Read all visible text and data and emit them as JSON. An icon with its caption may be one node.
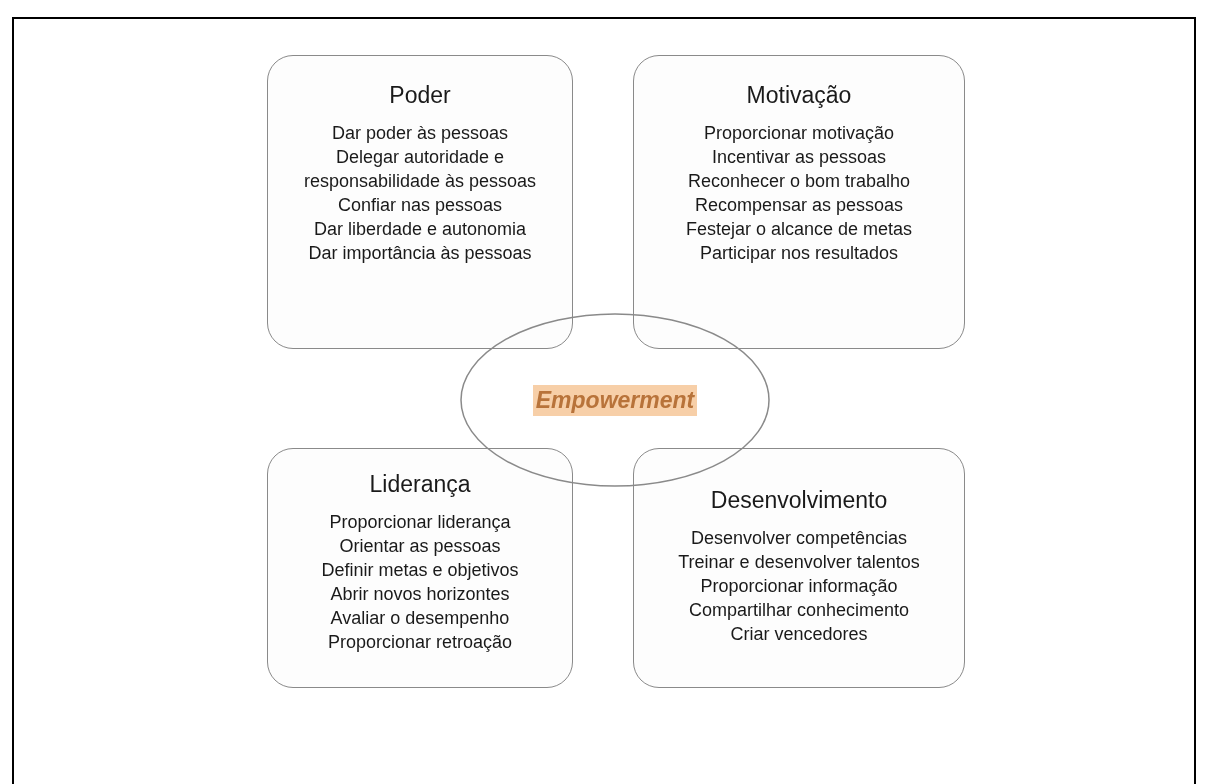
{
  "diagram": {
    "nodes": [
      {
        "text": [
          "Poder",
          "Dar poder às pessoas",
          "Delegar autoridade e responsabilidade às pessoas",
          "Confiar nas pessoas",
          "Dar liberdade e autonomia",
          "Dar importância às pessoas"
        ]
      },
      {
        "text": [
          "Motivação",
          "Proporcionar motivação",
          "Incentivar as pessoas",
          "Reconhecer o bom trabalho",
          "Recompensar as pessoas",
          "Festejar o alcance de metas",
          "Participar nos resultados"
        ]
      },
      {
        "text": [
          "Empowerment"
        ]
      },
      {
        "text": [
          "Liderança",
          "Proporcionar liderança",
          "Orientar as pessoas",
          "Definir metas e objetivos",
          "Abrir novos horizontes",
          "Avaliar o desempenho",
          "Proporcionar retroação"
        ]
      },
      {
        "text": [
          "Desenvolvimento",
          "Desenvolver competências",
          "Treinar e desenvolver talentos",
          "Proporcionar informação",
          "Compartilhar conhecimento",
          "Criar vencedores"
        ]
      }
    ]
  }
}
